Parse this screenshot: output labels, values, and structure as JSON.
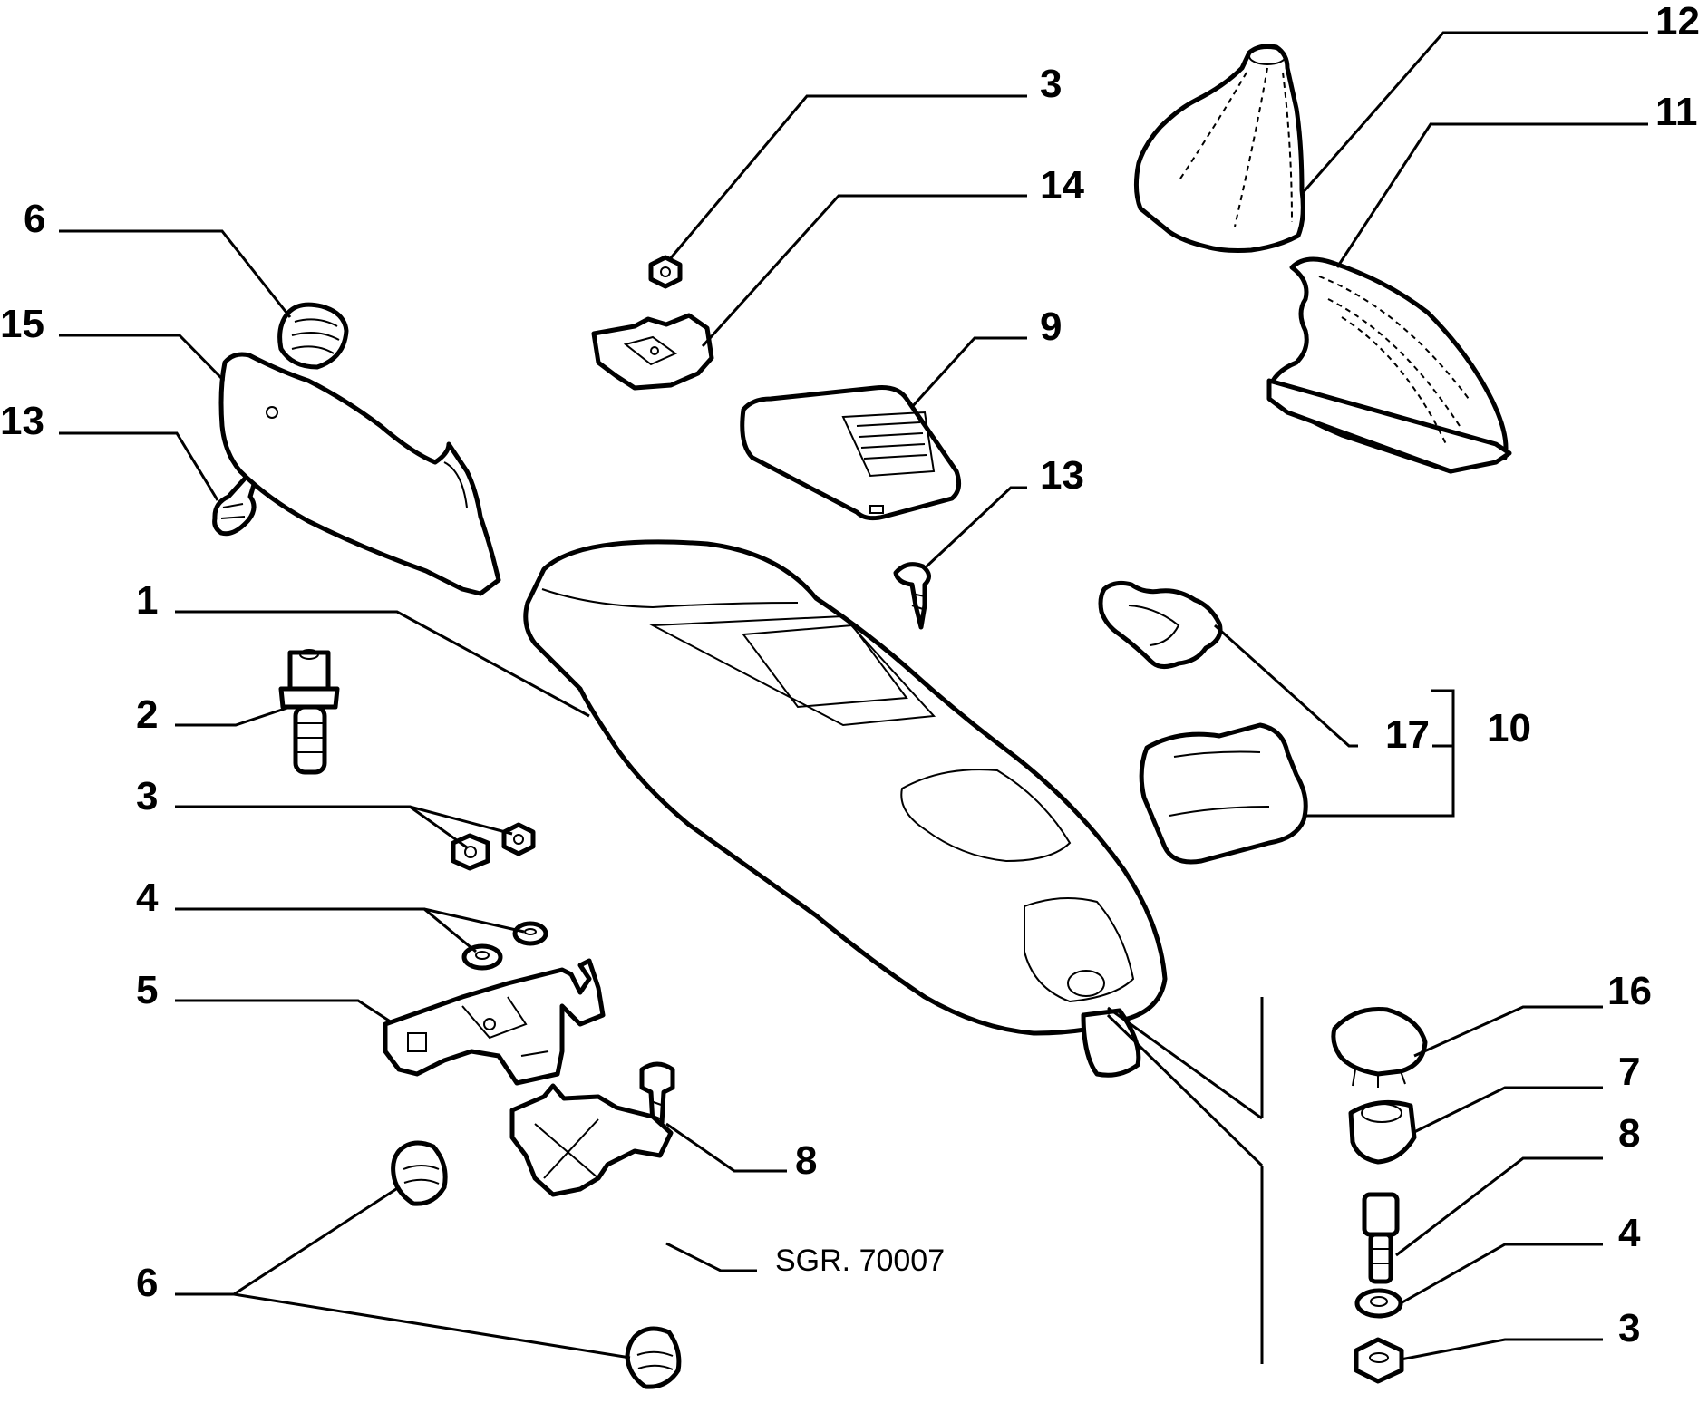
{
  "callouts": {
    "c1": "1",
    "c2": "2",
    "c3_top": "3",
    "c3_left": "3",
    "c3_right": "3",
    "c4_left": "4",
    "c4_right": "4",
    "c5": "5",
    "c6_top": "6",
    "c6_bottom": "6",
    "c7": "7",
    "c8_center": "8",
    "c8_right": "8",
    "c9": "9",
    "c10": "10",
    "c11": "11",
    "c12": "12",
    "c13_left": "13",
    "c13_center": "13",
    "c14": "14",
    "c15": "15",
    "c16": "16",
    "c17": "17"
  },
  "reference": "SGR. 70007"
}
